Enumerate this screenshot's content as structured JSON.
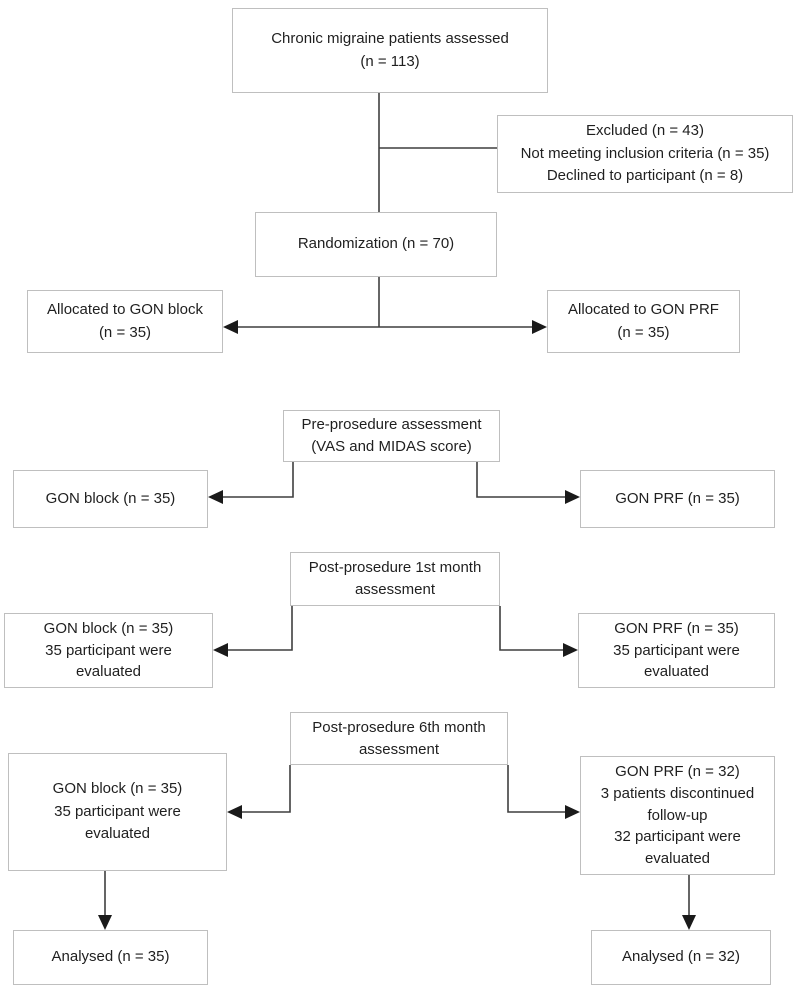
{
  "boxes": {
    "assessed": {
      "text": "Chronic migraine patients assessed\n(n = 113)"
    },
    "excluded": {
      "text": "Excluded (n = 43)\nNot meeting inclusion criteria (n = 35)\nDeclined to participant (n = 8)"
    },
    "randomization": {
      "text": "Randomization (n = 70)"
    },
    "allocated_block": {
      "text": "Allocated to GON block\n(n = 35)"
    },
    "allocated_prf": {
      "text": "Allocated to GON PRF\n(n = 35)"
    },
    "pre_procedure": {
      "text": "Pre-prosedure assessment\n(VAS and MIDAS score)"
    },
    "gon_block_pre": {
      "text": "GON block (n = 35)"
    },
    "gon_prf_pre": {
      "text": "GON PRF (n = 35)"
    },
    "post_1st_month": {
      "text": "Post-prosedure 1st month\nassessment"
    },
    "gon_block_1m": {
      "text": "GON block (n = 35)\n35 participant were\nevaluated"
    },
    "gon_prf_1m": {
      "text": "GON PRF (n = 35)\n35 participant were\nevaluated"
    },
    "post_6th_month": {
      "text": "Post-prosedure 6th month\nassessment"
    },
    "gon_block_6m": {
      "text": "GON block (n = 35)\n35 participant were\nevaluated"
    },
    "gon_prf_6m": {
      "text": "GON PRF (n = 32)\n3 patients discontinued\nfollow-up\n32 participant were\nevaluated"
    },
    "analysed_block": {
      "text": "Analysed (n = 35)"
    },
    "analysed_prf": {
      "text": "Analysed (n = 32)"
    }
  },
  "colors": {
    "box_border": "#bfbfbf",
    "connector_line": "#3f3f3f",
    "text": "#1f1f1f",
    "background": "#ffffff"
  }
}
